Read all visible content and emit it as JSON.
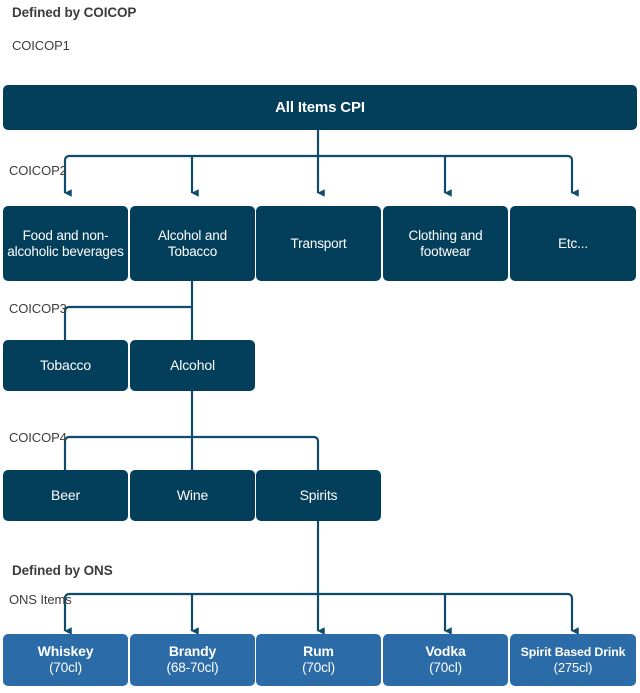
{
  "sections": [
    {
      "id": "coicop",
      "label": "Defined by COICOP"
    },
    {
      "id": "ons",
      "label": "Defined by ONS"
    }
  ],
  "level_labels": {
    "l1": "COICOP1",
    "l2": "COICOP2",
    "l3": "COICOP3",
    "l4": "COICOP4",
    "ons": "ONS Items"
  },
  "colors": {
    "dark_node": "#033e5b",
    "mid_node": "#2a6ba8",
    "connector": "#0f4c6b",
    "text_on_node": "#ffffff",
    "label_text": "#3c3c3b",
    "background": "#ffffff"
  },
  "root": {
    "label": "All Items CPI"
  },
  "coicop2": [
    {
      "label": "Food and non-alcoholic beverages"
    },
    {
      "label": "Alcohol and Tobacco"
    },
    {
      "label": "Transport"
    },
    {
      "label": "Clothing and footwear"
    },
    {
      "label": "Etc..."
    }
  ],
  "coicop3": [
    {
      "label": "Tobacco"
    },
    {
      "label": "Alcohol"
    }
  ],
  "coicop4": [
    {
      "label": "Beer"
    },
    {
      "label": "Wine"
    },
    {
      "label": "Spirits"
    }
  ],
  "ons_items": [
    {
      "label": "Whiskey",
      "size": "(70cl)"
    },
    {
      "label": "Brandy",
      "size": "(68-70cl)"
    },
    {
      "label": "Rum",
      "size": "(70cl)"
    },
    {
      "label": "Vodka",
      "size": "(70cl)"
    },
    {
      "label": "Spirit Based Drink",
      "size": "(275cl)"
    }
  ]
}
